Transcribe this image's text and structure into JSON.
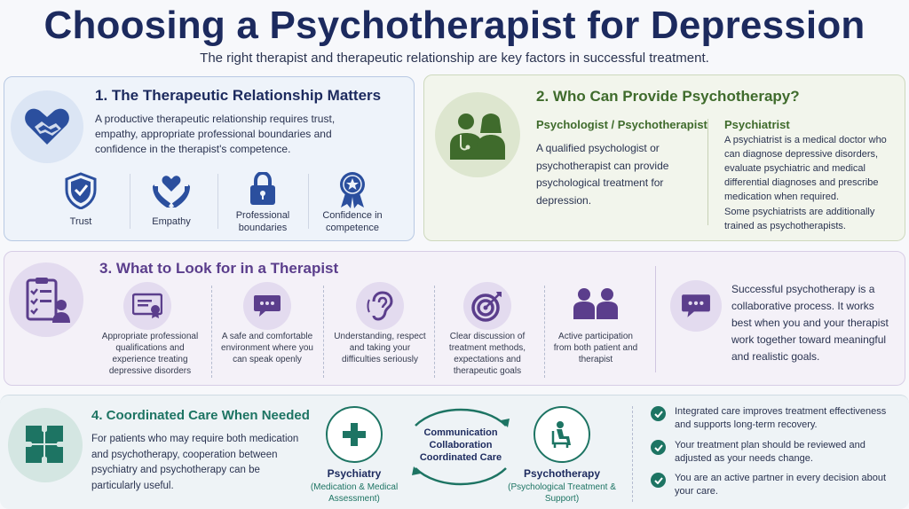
{
  "header": {
    "title": "Choosing a Psychotherapist for Depression",
    "subtitle": "The right therapist and therapeutic relationship are key factors in successful treatment."
  },
  "section1": {
    "heading": "1.  The Therapeutic Relationship Matters",
    "body": "A productive therapeutic relationship requires trust, empathy, appropriate professional boundaries and confidence in the therapist's competence.",
    "items": [
      {
        "icon": "shield-check-icon",
        "label": "Trust"
      },
      {
        "icon": "hands-heart-icon",
        "label": "Empathy"
      },
      {
        "icon": "padlock-icon",
        "label": "Professional boundaries"
      },
      {
        "icon": "award-ribbon-icon",
        "label": "Confidence in competence"
      }
    ]
  },
  "section2": {
    "heading": "2. Who Can Provide Psychotherapy?",
    "col1_title": "Psychologist / Psychotherapist",
    "col1_body": "A qualified psychologist or psychotherapist can provide psychological treatment for depression.",
    "col2_title": "Psychiatrist",
    "col2_body": "A psychiatrist is a medical doctor who can diagnose depressive disorders, evaluate psychiatric and medical differential diagnoses and prescribe medication when required.",
    "col2_body2": "Some psychiatrists are additionally trained as psychotherapists."
  },
  "section3": {
    "heading": "3.  What to Look for in a Therapist",
    "items": [
      {
        "icon": "certificate-icon",
        "label": "Appropriate professional qualifications and experience treating depressive disorders"
      },
      {
        "icon": "speech-bubble-icon",
        "label": "A safe and comfortable environment where you can speak openly"
      },
      {
        "icon": "ear-icon",
        "label": "Understanding, respect and taking your difficulties seriously"
      },
      {
        "icon": "target-icon",
        "label": "Clear discussion of treatment methods, expectations and therapeutic goals"
      },
      {
        "icon": "two-people-icon",
        "label": "Active participation from both patient and therapist"
      }
    ],
    "note": "Successful psychotherapy is a collaborative process. It works best when you and your therapist work together toward meaningful and realistic goals."
  },
  "section4": {
    "heading": "4. Coordinated Care When Needed",
    "body": "For patients who may require both medication and psychotherapy, cooperation between psychiatry and psychotherapy can be particularly useful.",
    "left_title": "Psychiatry",
    "left_sub": "(Medication & Medical Assessment)",
    "center_lines": [
      "Communication",
      "Collaboration",
      "Coordinated Care"
    ],
    "right_title": "Psychotherapy",
    "right_sub": "(Psychological Treatment & Support)",
    "checks": [
      "Integrated care improves treatment effectiveness and supports long-term recovery.",
      "Your treatment plan should be reviewed and adjusted as your needs change.",
      "You are an active partner in every decision about your care."
    ]
  },
  "colors": {
    "navy": "#1c2a5e",
    "blue": "#2b4f9e",
    "green": "#3f6b2c",
    "purple": "#5b3e8c",
    "teal": "#1d7463"
  }
}
